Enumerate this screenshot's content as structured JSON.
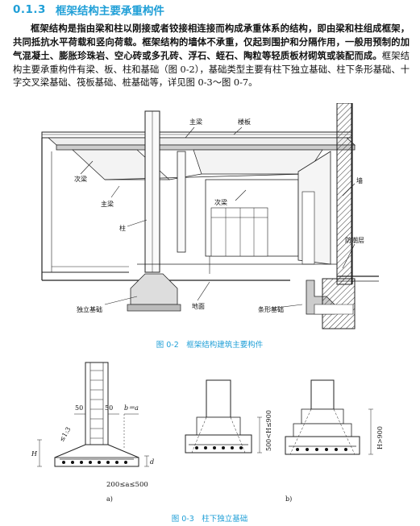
{
  "section": {
    "number": "0.1.3",
    "title": "框架结构主要承重构件"
  },
  "paragraph": {
    "bold_text": "框架结构是指由梁和柱以刚接或者铰接相连接而构成承重体系的结构，即由梁和柱组成框架，共同抵抗水平荷载和竖向荷载。框架结构的墙体不承重，仅起到围护和分隔作用，一般用预制的加气混凝土、膨胀珍珠岩、空心砖或多孔砖、浮石、蛭石、陶粒等轻质板材砌筑或装配而成。",
    "normal_text": "框架结构主要承重构件有梁、板、柱和基础（图 0-2），基础类型主要有柱下独立基础、柱下条形基础、十字交叉梁基础、筏板基础、桩基础等，详见图 0-3～图 0-7。"
  },
  "figure2": {
    "labels": {
      "main_beam_top": "主梁",
      "floor_slab": "楼板",
      "secondary_beam_left": "次梁",
      "main_beam_left": "主梁",
      "secondary_beam_mid": "次梁",
      "column": "柱",
      "wall": "墙",
      "dpc": "防潮层",
      "isolated_found": "独立基础",
      "ground": "地面",
      "strip_found": "条形基础"
    },
    "caption": "图 0-2　框架结构建筑主要构件"
  },
  "figure3": {
    "labels": {
      "dim_50_left": "50",
      "dim_50_right": "50",
      "b_eq_a": "b＝a",
      "slope": "≤1:3",
      "h_left": "H",
      "d_right": "d",
      "range_a": "200≤a≤500",
      "range_h_mid": "500<H≤900",
      "range_h_right": "H>900",
      "sub_a": "a)",
      "sub_b": "b)"
    },
    "caption": "图 0-3　柱下独立基础"
  }
}
